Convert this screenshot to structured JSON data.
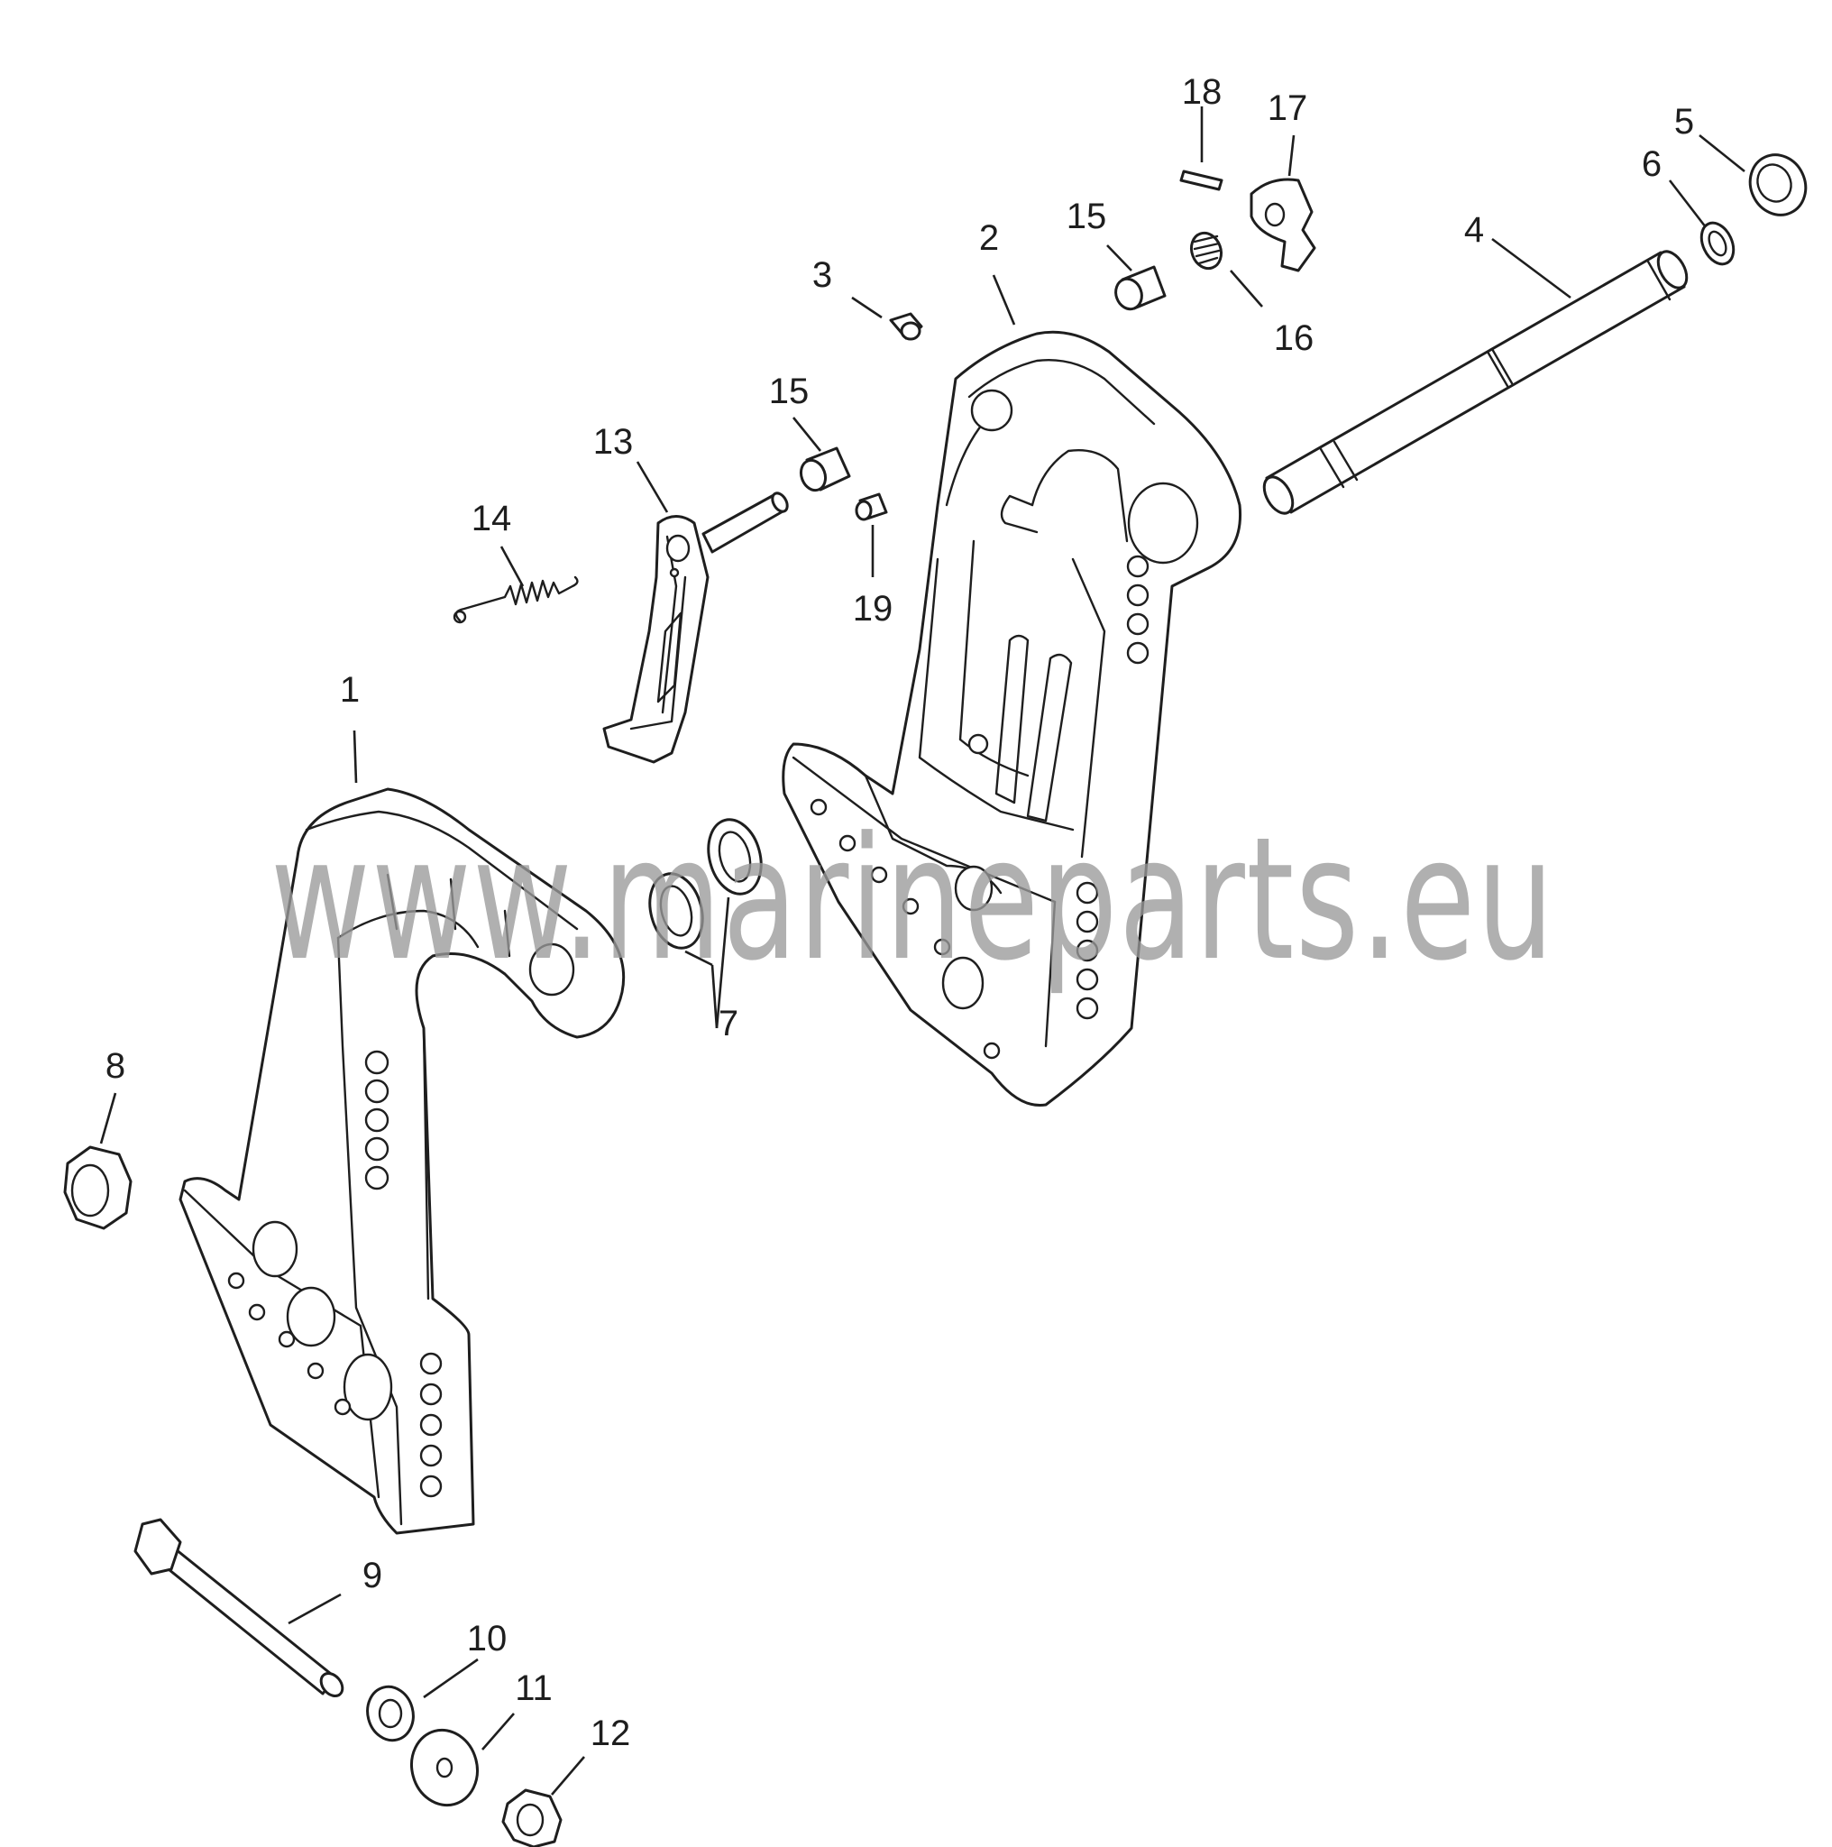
{
  "callouts": [
    {
      "id": "1",
      "label": "1"
    },
    {
      "id": "2",
      "label": "2"
    },
    {
      "id": "3",
      "label": "3"
    },
    {
      "id": "4",
      "label": "4"
    },
    {
      "id": "5",
      "label": "5"
    },
    {
      "id": "6",
      "label": "6"
    },
    {
      "id": "7",
      "label": "7"
    },
    {
      "id": "8",
      "label": "8"
    },
    {
      "id": "9",
      "label": "9"
    },
    {
      "id": "10",
      "label": "10"
    },
    {
      "id": "11",
      "label": "11"
    },
    {
      "id": "12",
      "label": "12"
    },
    {
      "id": "13",
      "label": "13"
    },
    {
      "id": "14",
      "label": "14"
    },
    {
      "id": "15a",
      "label": "15"
    },
    {
      "id": "15b",
      "label": "15"
    },
    {
      "id": "16",
      "label": "16"
    },
    {
      "id": "17",
      "label": "17"
    },
    {
      "id": "18",
      "label": "18"
    },
    {
      "id": "19",
      "label": "19"
    }
  ],
  "watermark": "www.marineparts.eu",
  "colors": {
    "line": "#1e1e1e",
    "watermark": "#9a9a9a",
    "background": "#ffffff"
  }
}
